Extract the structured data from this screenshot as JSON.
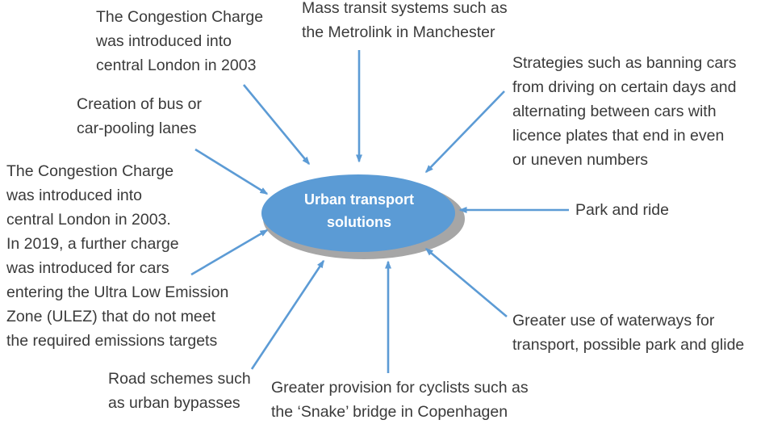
{
  "center": {
    "label": "Urban transport\nsolutions"
  },
  "colors": {
    "accent": "#5c9bd5",
    "ellipse_fill": "#5b9bd5",
    "shadow": "#a6a6a6",
    "text": "#3a3a3a"
  },
  "nodes": [
    {
      "id": "congestion-2003",
      "text": "The Congestion Charge\nwas introduced into\ncentral London in 2003"
    },
    {
      "id": "mass-transit",
      "text": "Mass transit systems such as\nthe Metrolink in Manchester"
    },
    {
      "id": "banning-cars",
      "text": "Strategies such as banning cars\nfrom driving on certain days and\nalternating between cars with\nlicence plates that end in even\nor uneven numbers"
    },
    {
      "id": "bus-lanes",
      "text": "Creation of bus or\ncar-pooling lanes"
    },
    {
      "id": "ulez",
      "text": "The Congestion Charge\nwas introduced into\ncentral London in 2003.\nIn 2019, a further charge\nwas introduced for cars\nentering the Ultra Low Emission\nZone (ULEZ) that do not meet\nthe required emissions targets"
    },
    {
      "id": "park-ride",
      "text": "Park and ride"
    },
    {
      "id": "waterways",
      "text": "Greater use of waterways for\ntransport, possible park and glide"
    },
    {
      "id": "road-schemes",
      "text": "Road schemes such\nas urban bypasses"
    },
    {
      "id": "cyclists",
      "text": "Greater provision for cyclists such as\nthe ‘Snake’ bridge in Copenhagen"
    }
  ]
}
